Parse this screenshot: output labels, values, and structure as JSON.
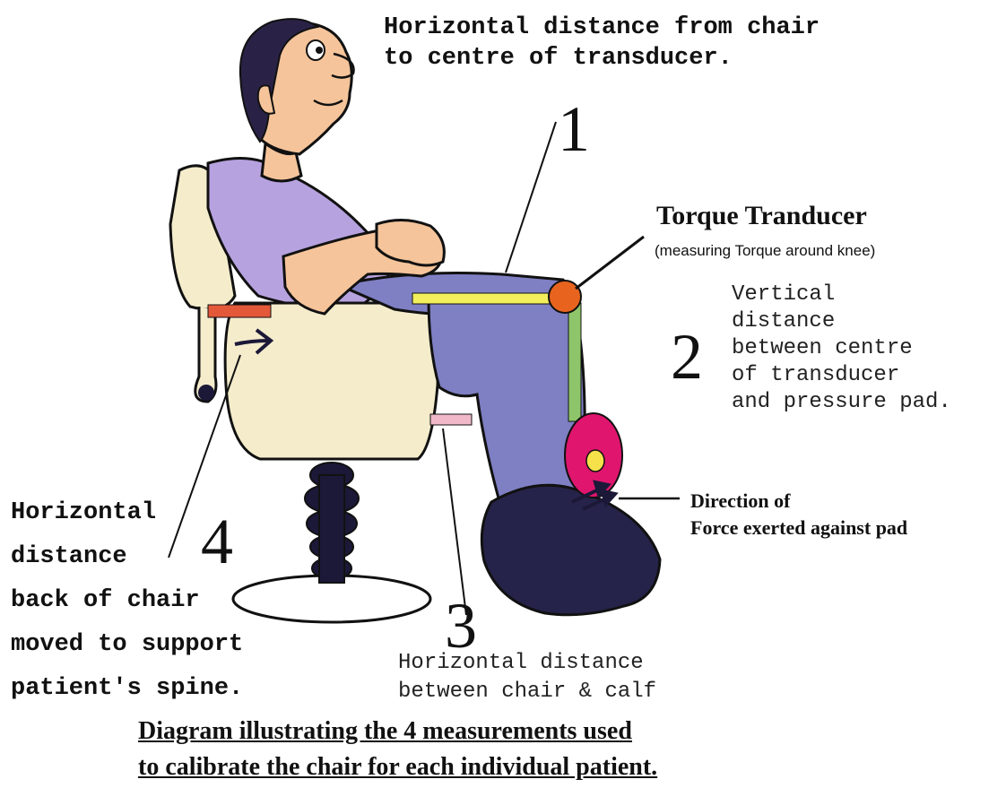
{
  "label_1": {
    "number": "1",
    "lines": [
      "Horizontal distance from chair",
      "to centre of transducer."
    ]
  },
  "transducer": {
    "title": "Torque Tranducer",
    "subtitle": "(measuring Torque around knee)"
  },
  "label_2": {
    "number": "2",
    "lines": [
      "Vertical",
      "distance",
      "between centre",
      "of transducer",
      "and pressure pad."
    ]
  },
  "force": {
    "lines": [
      "Direction of",
      "Force exerted against pad"
    ]
  },
  "label_3": {
    "number": "3",
    "lines": [
      "Horizontal distance",
      "between chair & calf"
    ]
  },
  "label_4": {
    "number": "4",
    "lines": [
      "Horizontal",
      "distance",
      "back of chair",
      "moved to support",
      "patient's spine."
    ]
  },
  "caption": {
    "lines": [
      "Diagram illustrating the 4 measurements used",
      "to calibrate the chair for each individual patient."
    ]
  },
  "colors": {
    "chair": "#f4eccb",
    "shirt": "#b7a2e0",
    "skin": "#f5c49a",
    "trousers": "#7f7fc4",
    "shoe": "#26234a",
    "hair": "#2a2246",
    "transducer": "#e8641e",
    "pad": "#e0156e",
    "pad_center": "#f7e14a",
    "measure_bar_1": "#f2ee5c",
    "measure_bar_2": "#8fc56a",
    "measure_bar_4": "#e4583a",
    "measure_bar_3": "#f0b8c8"
  }
}
